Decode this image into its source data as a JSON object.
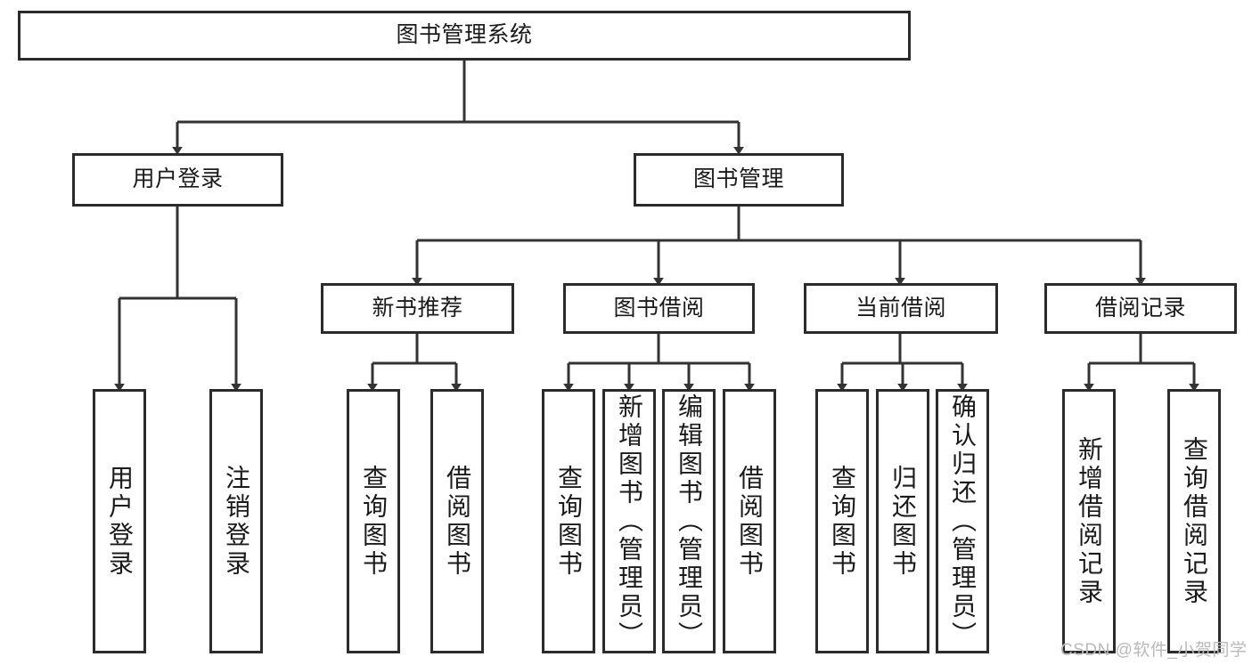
{
  "diagram": {
    "title": "图书管理系统",
    "type": "tree-hierarchy-chart",
    "orientation": "top-down",
    "colors": {
      "box_border": "#2b2b2b",
      "box_fill": "#ffffff",
      "connector": "#333333",
      "text": "#1a1a1a",
      "watermark": "#b9b9b9",
      "background": "#ffffff"
    }
  },
  "nodes": {
    "root": {
      "label": "图书管理系统"
    },
    "level1": [
      {
        "label": "用户登录"
      },
      {
        "label": "图书管理"
      }
    ],
    "level2": [
      {
        "label": "新书推荐"
      },
      {
        "label": "图书借阅"
      },
      {
        "label": "当前借阅"
      },
      {
        "label": "借阅记录"
      }
    ],
    "leaves": {
      "user_login": [
        {
          "label": "用户登录"
        },
        {
          "label": "注销登录"
        }
      ],
      "new_book_recommend": [
        {
          "label": "查询图书"
        },
        {
          "label": "借阅图书"
        }
      ],
      "book_borrow": [
        {
          "label": "查询图书"
        },
        {
          "label": "新增图书（管理员）"
        },
        {
          "label": "编辑图书（管理员）"
        },
        {
          "label": "借阅图书"
        }
      ],
      "current_borrow": [
        {
          "label": "查询图书"
        },
        {
          "label": "归还图书"
        },
        {
          "label": "确认归还（管理员）"
        }
      ],
      "borrow_record": [
        {
          "label": "新增借阅记录"
        },
        {
          "label": "查询借阅记录"
        }
      ]
    }
  },
  "watermark": {
    "text": "CSDN @软件_小贺同学"
  }
}
